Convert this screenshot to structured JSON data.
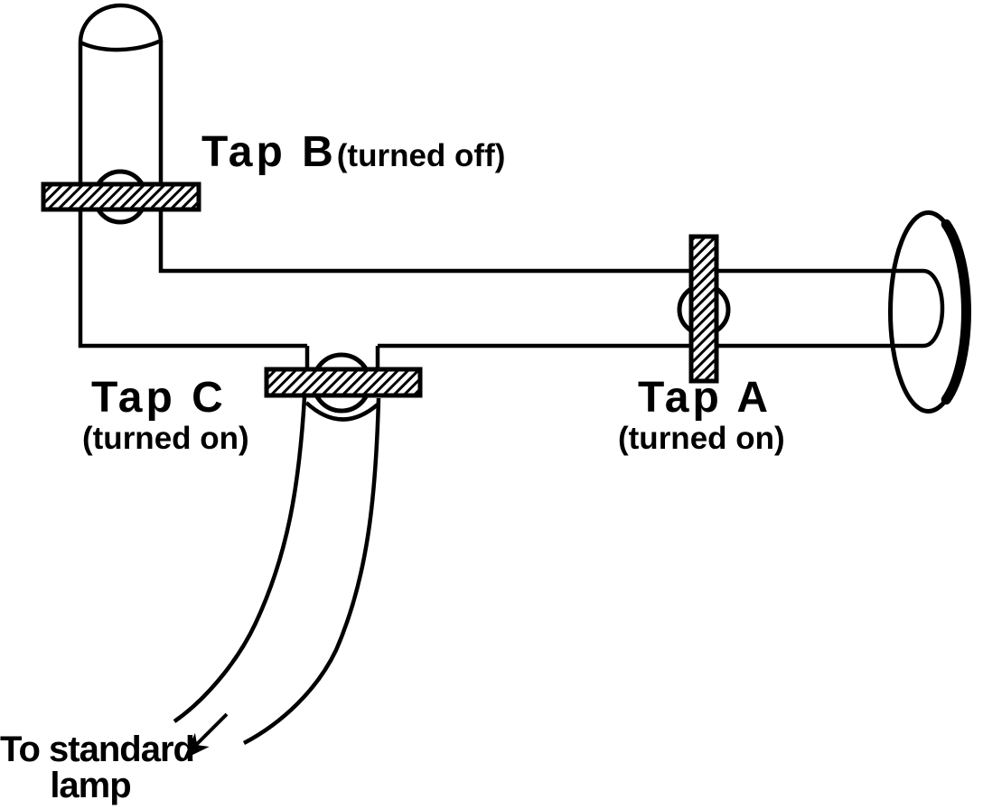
{
  "diagram": {
    "type": "gas-tap-apparatus",
    "colors": {
      "ink": "#000000",
      "paper": "#ffffff"
    },
    "taps": [
      {
        "id": "tap-b",
        "name": "Tap B",
        "state": "(turned off)"
      },
      {
        "id": "tap-c",
        "name": "Tap C",
        "state": "(turned on)"
      },
      {
        "id": "tap-a",
        "name": "Tap A",
        "state": "(turned on)"
      }
    ],
    "outlet": {
      "line1": "To standard",
      "line2": "lamp"
    }
  }
}
